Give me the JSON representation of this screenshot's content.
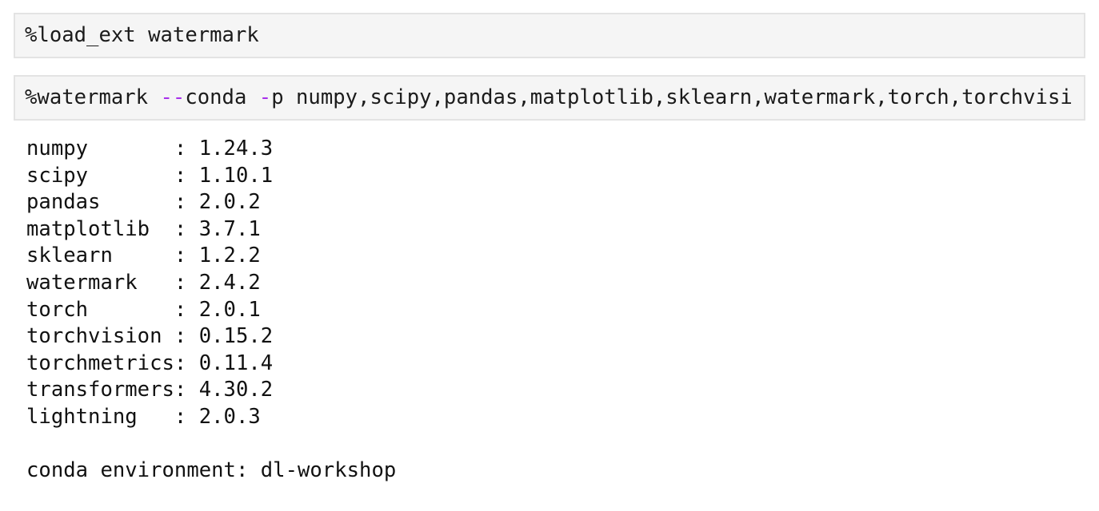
{
  "theme": {
    "page_bg": "#ffffff",
    "cell_bg": "#f5f5f5",
    "cell_border": "#e3e3e3",
    "code_text": "#1b1b1b",
    "operator_color": "#a830eb",
    "output_text": "#111111"
  },
  "cells": [
    {
      "id": "load-ext",
      "tokens": [
        {
          "text": "%load_ext watermark",
          "style": "plain"
        }
      ]
    },
    {
      "id": "watermark-command",
      "tokens": [
        {
          "text": "%watermark ",
          "style": "plain"
        },
        {
          "text": "--",
          "style": "operator"
        },
        {
          "text": "conda ",
          "style": "plain"
        },
        {
          "text": "-",
          "style": "operator"
        },
        {
          "text": "p numpy,scipy,pandas,matplotlib,sklearn,watermark,torch,torchvisi",
          "style": "plain"
        }
      ]
    }
  ],
  "output": {
    "packages": [
      {
        "name": "numpy",
        "version": "1.24.3"
      },
      {
        "name": "scipy",
        "version": "1.10.1"
      },
      {
        "name": "pandas",
        "version": "2.0.2"
      },
      {
        "name": "matplotlib",
        "version": "3.7.1"
      },
      {
        "name": "sklearn",
        "version": "1.2.2"
      },
      {
        "name": "watermark",
        "version": "2.4.2"
      },
      {
        "name": "torch",
        "version": "2.0.1"
      },
      {
        "name": "torchvision",
        "version": "0.15.2"
      },
      {
        "name": "torchmetrics",
        "version": "0.11.4"
      },
      {
        "name": "transformers",
        "version": "4.30.2"
      },
      {
        "name": "lightning",
        "version": "2.0.3"
      }
    ],
    "conda_env_label": "conda environment",
    "conda_env_value": "dl-workshop"
  }
}
